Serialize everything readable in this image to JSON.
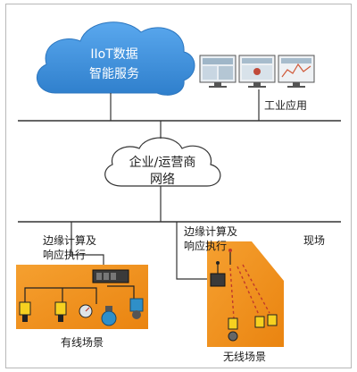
{
  "cloud": {
    "line1": "IIoT数据",
    "line2": "智能服务"
  },
  "labels": {
    "industrial_apps": "工业应用",
    "enterprise_network_line1": "企业/运营商",
    "enterprise_network_line2": "网络",
    "edge_left_line1": "边缘计算及",
    "edge_left_line2": "响应执行",
    "edge_right_line1": "边缘计算及",
    "edge_right_line2": "响应执行",
    "field": "现场",
    "wired_scene": "有线场景",
    "wireless_scene": "无线场景"
  },
  "colors": {
    "cloud_blue": "#3b8fd8",
    "panel_orange": "#f09018",
    "line": "#333333"
  },
  "icons": [
    "monitor-icon",
    "sensor-icon",
    "gateway-icon",
    "radio-icon",
    "valve-icon",
    "pump-icon",
    "gauge-icon"
  ]
}
